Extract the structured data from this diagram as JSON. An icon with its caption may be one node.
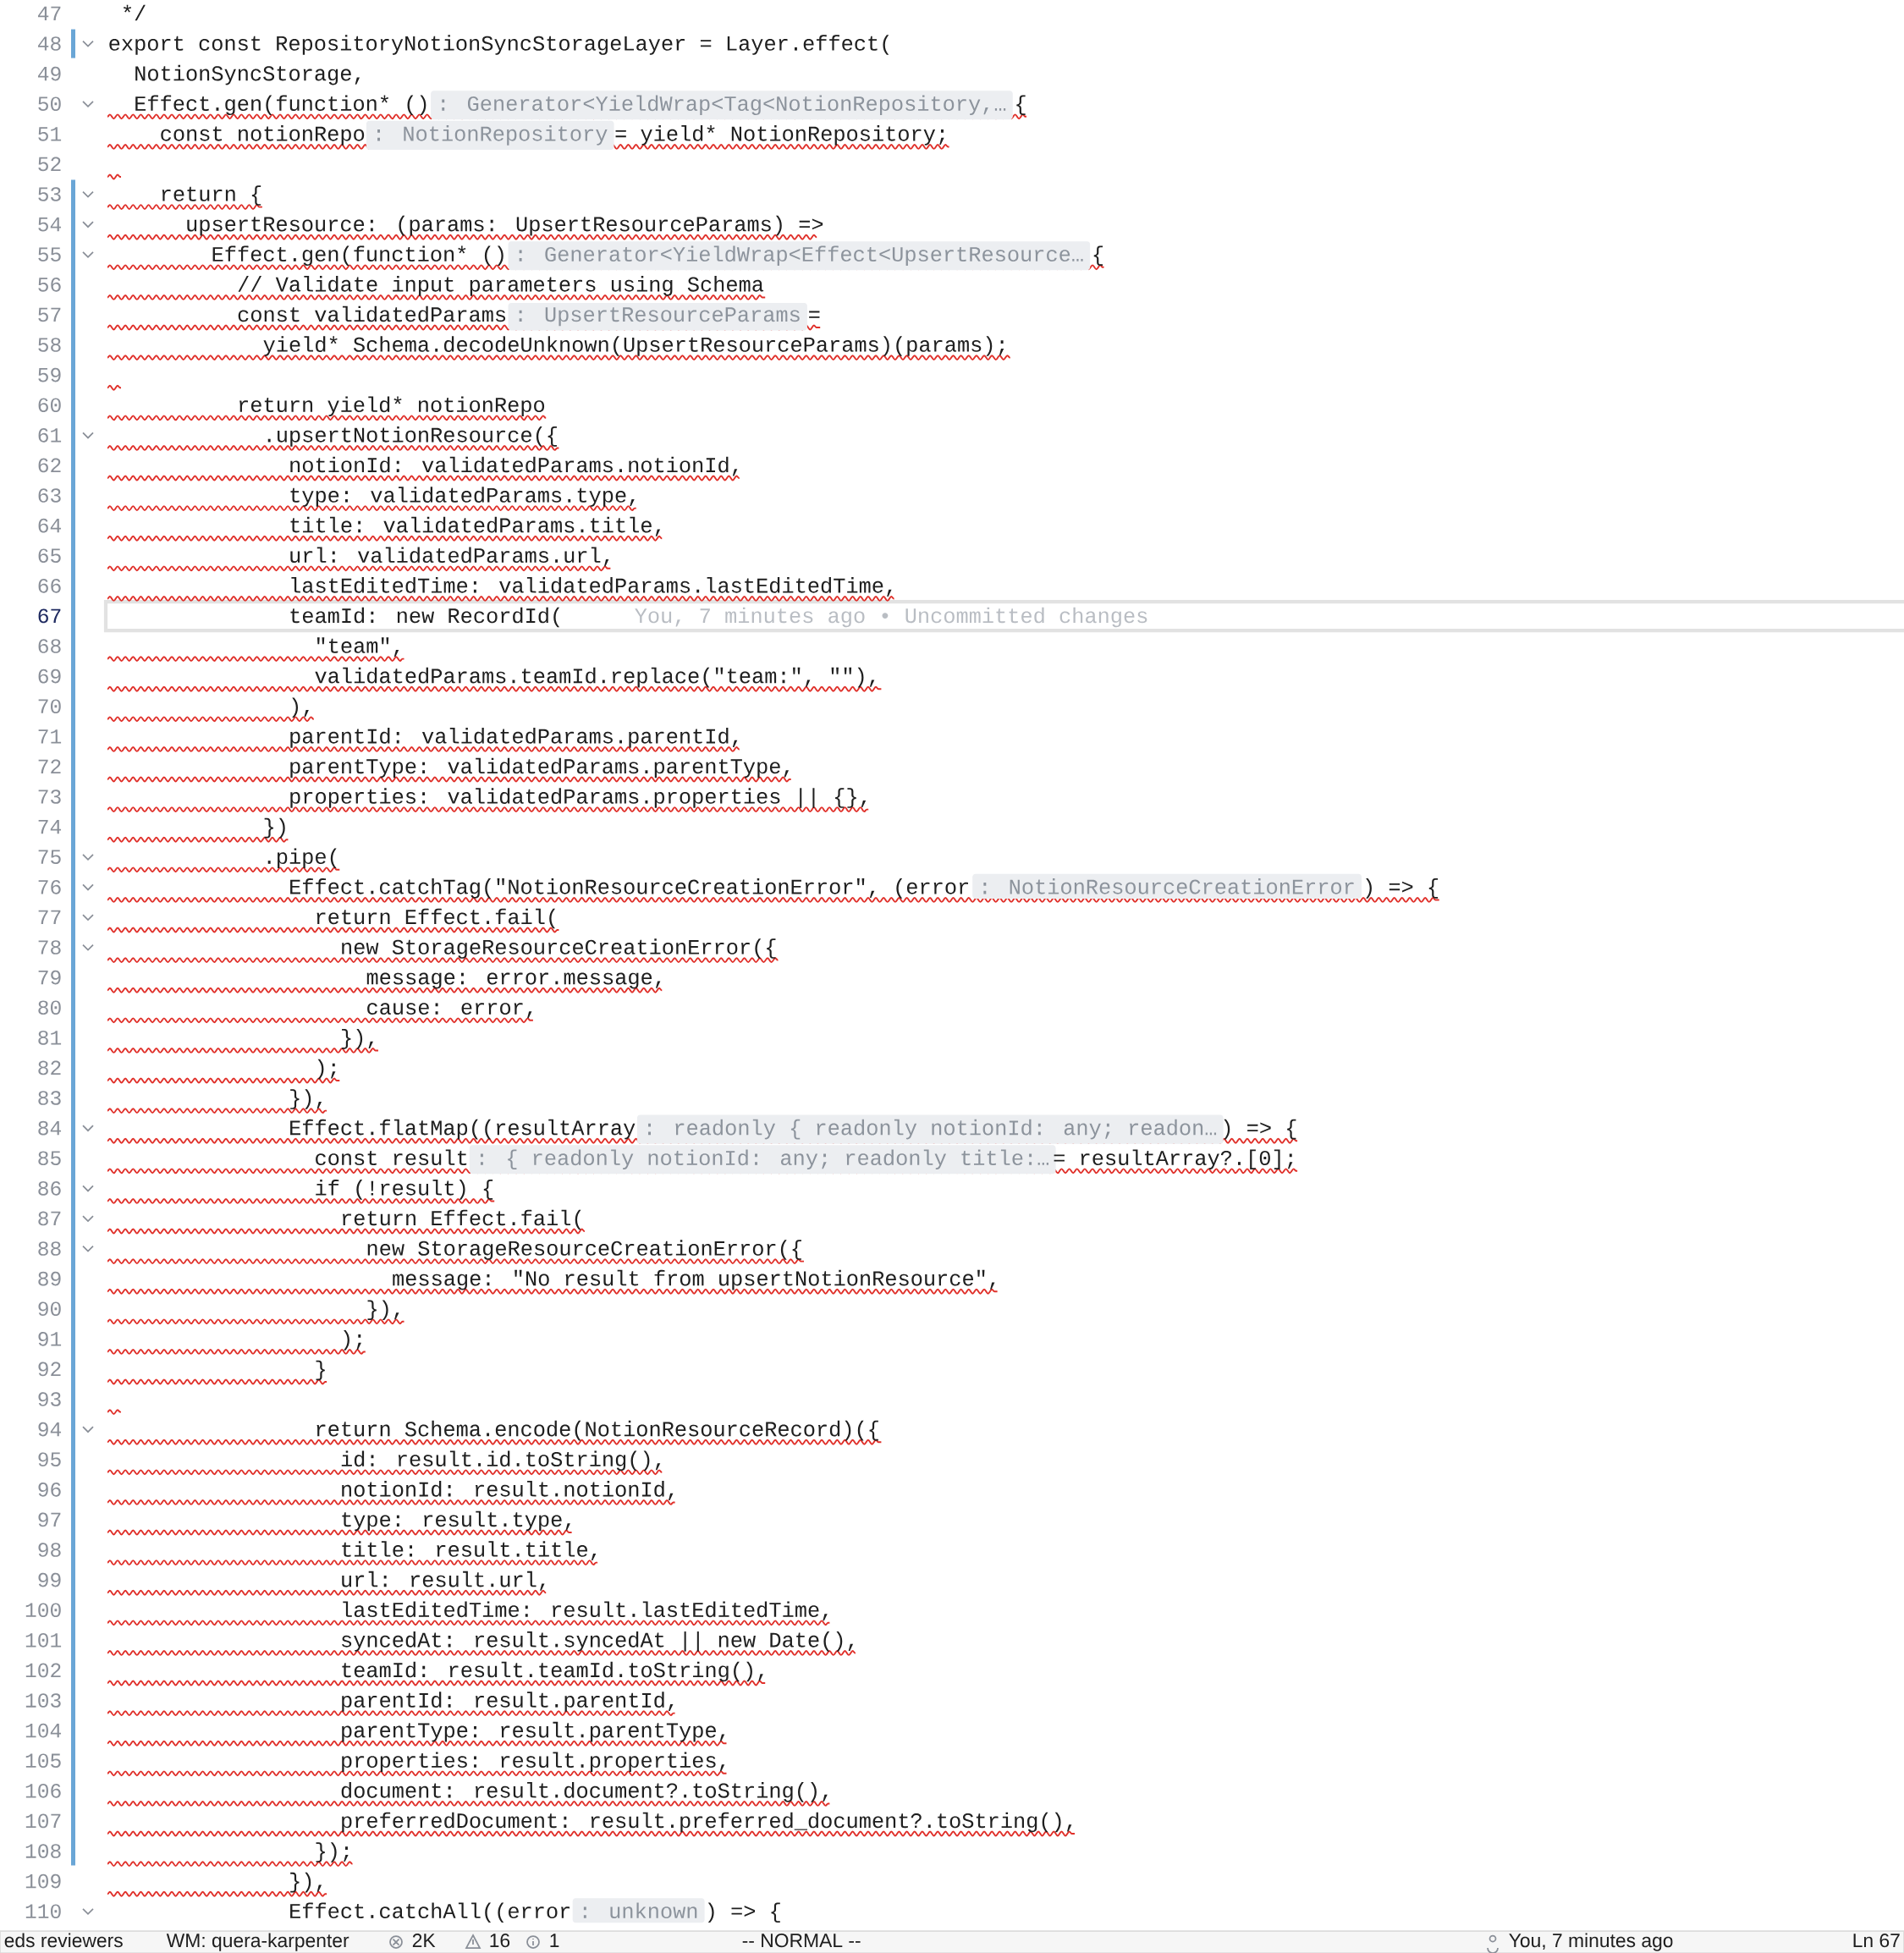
{
  "diagram": {
    "labels": [
      "47",
      "*/",
      "48",
      "export const RepositoryNotionSyncStorageLayer = Layer.effect(",
      "49",
      "NotionSyncStorage,",
      "50",
      "Effect.gen(function* ()",
      ": Generator<YieldWrap<Tag<NotionRepository,…",
      "{",
      "51",
      "const notionRepo",
      ": NotionRepository",
      "= yield* NotionRepository;",
      "52",
      "53",
      "return {",
      "54",
      "upsertResource: (params: UpsertResourceParams) =>",
      "55",
      "Effect.gen(function* ()",
      ": Generator<YieldWrap<Effect<UpsertResource…",
      "{",
      "56",
      "// Validate input parameters using Schema",
      "57",
      "const validatedParams",
      ": UpsertResourceParams",
      "=",
      "58",
      "yield* Schema.decodeUnknown(UpsertResourceParams)(params);",
      "59",
      "60",
      "return yield* notionRepo",
      "61",
      ".upsertNotionResource({",
      "62",
      "notionId: validatedParams.notionId,",
      "63",
      "type: validatedParams.type,",
      "64",
      "title: validatedParams.title,",
      "65",
      "url: validatedParams.url,",
      "66",
      "lastEditedTime: validatedParams.lastEditedTime,",
      "67",
      "teamId: new RecordId(",
      "You, 7 minutes ago • Uncommitted changes",
      "68",
      "\"team\",",
      "69",
      "validatedParams.teamId.replace(\"team:\", \"\"),",
      "70",
      "),",
      "71",
      "parentId: validatedParams.parentId,",
      "72",
      "parentType: validatedParams.parentType,",
      "73",
      "properties: validatedParams.properties || {},",
      "74",
      "})",
      "75",
      ".pipe(",
      "76",
      "Effect.catchTag(\"NotionResourceCreationError\", (error",
      ": NotionResourceCreationError",
      ") => {",
      "77",
      "return Effect.fail(",
      "78",
      "new StorageResourceCreationError({",
      "79",
      "message: error.message,",
      "80",
      "cause: error,",
      "81",
      "}),",
      "82",
      ");",
      "83",
      "}),",
      "84",
      "Effect.flatMap((resultArray",
      ": readonly { readonly notionId: any; readon…",
      ") => {",
      "85",
      "const result",
      ": { readonly notionId: any; readonly title:…",
      "= resultArray?.[0];",
      "86",
      "if (!result) {",
      "87",
      "return Effect.fail(",
      "88",
      "new StorageResourceCreationError({",
      "89",
      "message: \"No result from upsertNotionResource\",",
      "90",
      "}),",
      "91",
      ");",
      "92",
      "}",
      "93",
      "94",
      "return Schema.encode(NotionResourceRecord)({",
      "95",
      "id: result.id.toString(),",
      "96",
      "notionId: result.notionId,",
      "97",
      "type: result.type,",
      "98",
      "title: result.title,",
      "99",
      "url: result.url,",
      "100",
      "lastEditedTime: result.lastEditedTime,",
      "101",
      "syncedAt: result.syncedAt || new Date(),",
      "102",
      "teamId: result.teamId.toString(),",
      "103",
      "parentId: result.parentId,",
      "104",
      "parentType: result.parentType,",
      "105",
      "properties: result.properties,",
      "106",
      "document: result.document?.toString(),",
      "107",
      "preferredDocument: result.preferred_document?.toString(),",
      "108",
      "});",
      "109",
      "}),",
      "110",
      "Effect.catchAll((error",
      ": unknown",
      ") => {",
      "eds reviewers",
      "WM: quera-karpenter",
      "2K",
      "16",
      "1",
      "-- NORMAL --",
      "You, 7 minutes ago",
      "Ln 67"
    ]
  }
}
